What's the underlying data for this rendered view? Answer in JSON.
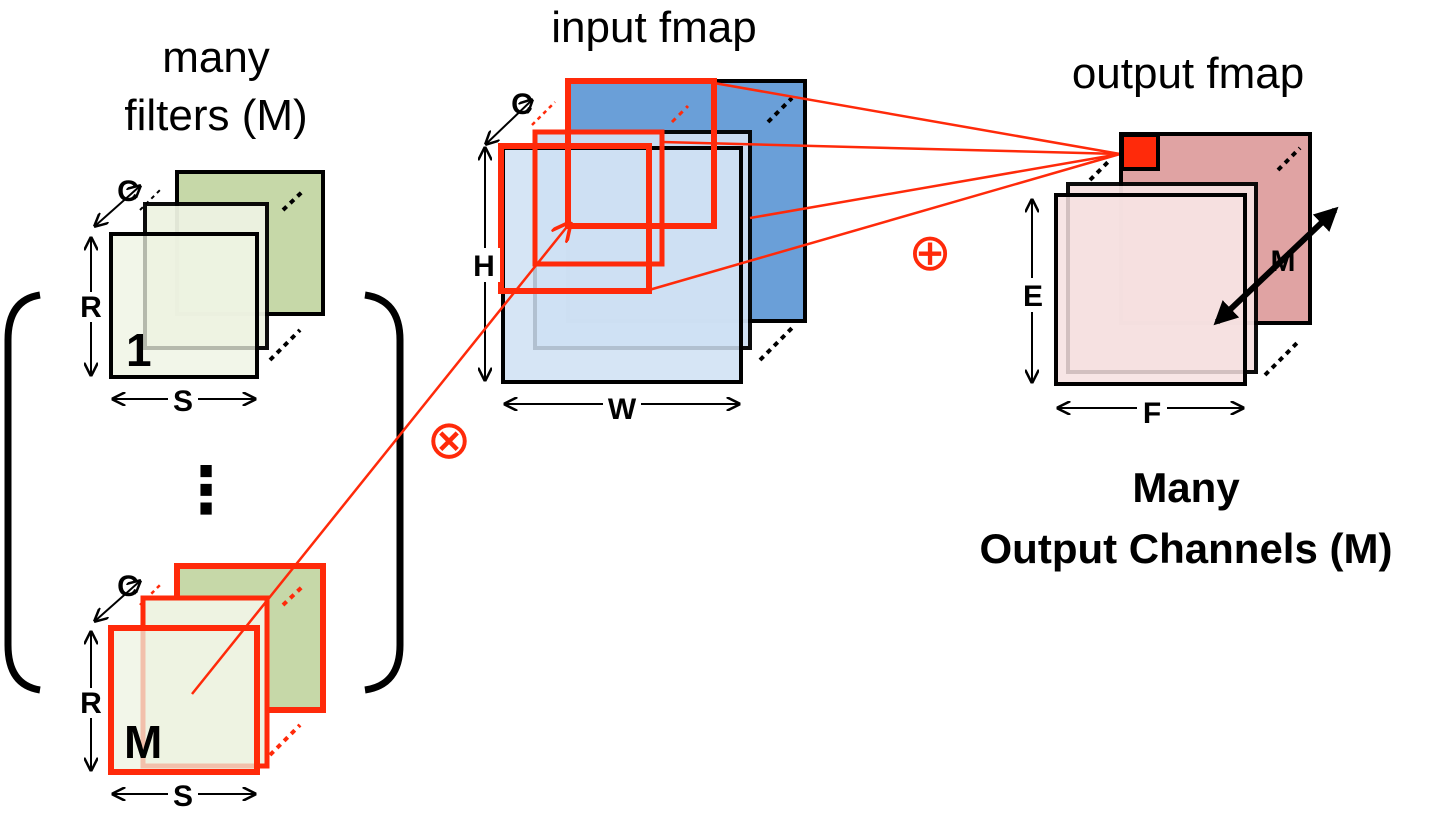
{
  "filters": {
    "title_line1": "many",
    "title_line2": "filters (M)",
    "first_index": "1",
    "last_index": "M",
    "ellipsis": "⋮",
    "dim_c": "C",
    "dim_r": "R",
    "dim_s": "S"
  },
  "input": {
    "title": "input fmap",
    "dim_c": "C",
    "dim_h": "H",
    "dim_w": "W"
  },
  "output": {
    "title": "output fmap",
    "dim_e": "E",
    "dim_f": "F",
    "dim_m": "M",
    "caption_line1": "Many",
    "caption_line2": "Output Channels (M)"
  },
  "operators": {
    "multiply": "⊗",
    "accumulate": "⊕"
  },
  "colors": {
    "filter_back": "#c6d8a8",
    "filter_front": "#eef3e2",
    "input_back": "#6a9fd8",
    "input_front": "#cfe0f3",
    "output_back": "#e0a3a3",
    "output_front": "#f6e0e0",
    "highlight": "#ff2a0a",
    "outline": "#000000"
  }
}
